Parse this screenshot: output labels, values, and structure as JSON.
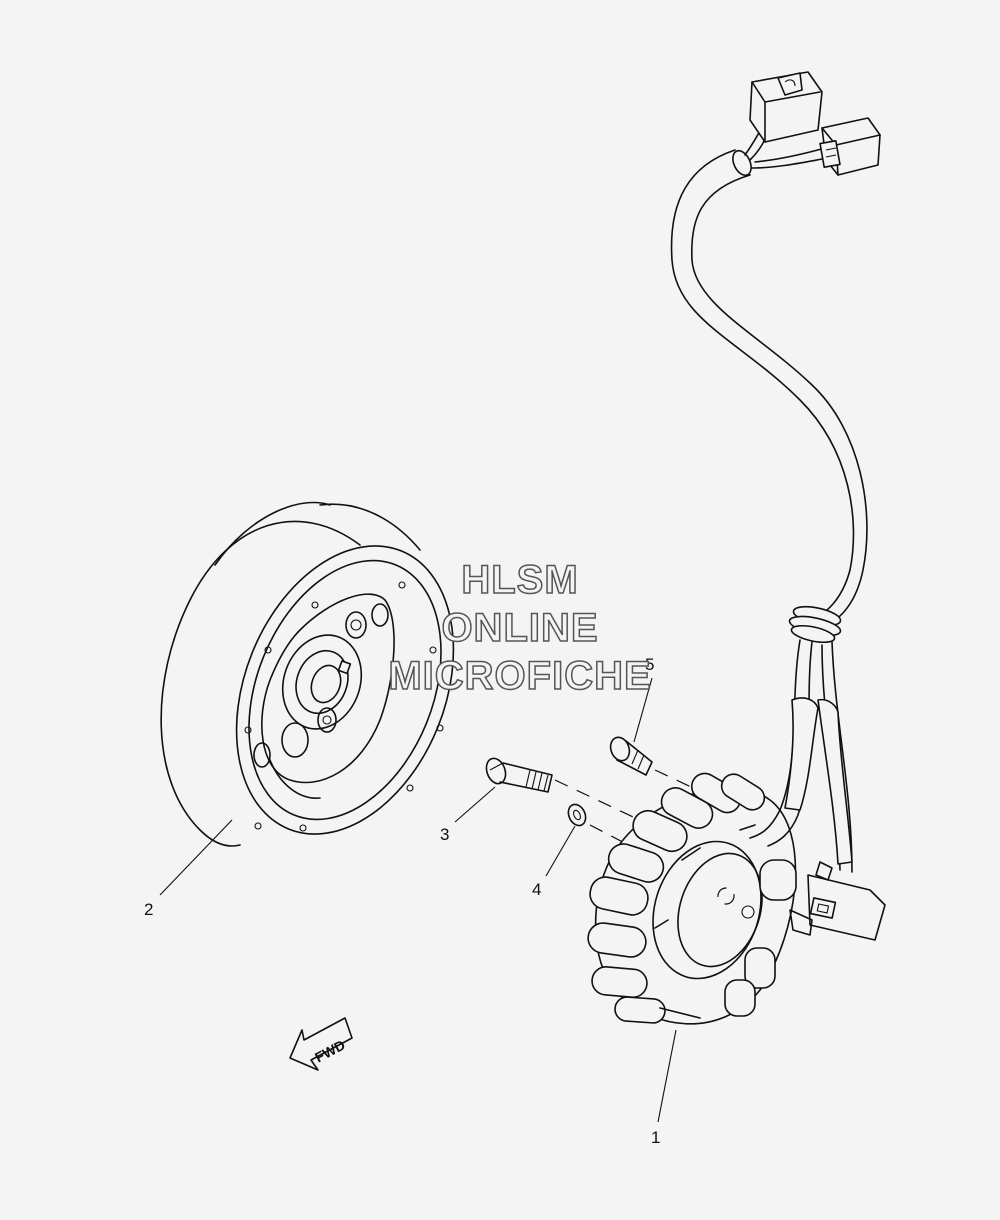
{
  "watermark": {
    "line1": "HLSM",
    "line2": "ONLINE",
    "line3": "MICROFICHE"
  },
  "callouts": [
    {
      "id": "1",
      "label": "1"
    },
    {
      "id": "2",
      "label": "2"
    },
    {
      "id": "3",
      "label": "3"
    },
    {
      "id": "4",
      "label": "4"
    },
    {
      "id": "5",
      "label": "5"
    }
  ],
  "direction_arrow": {
    "label": "FWD",
    "icon": "fwd-arrow-icon"
  }
}
